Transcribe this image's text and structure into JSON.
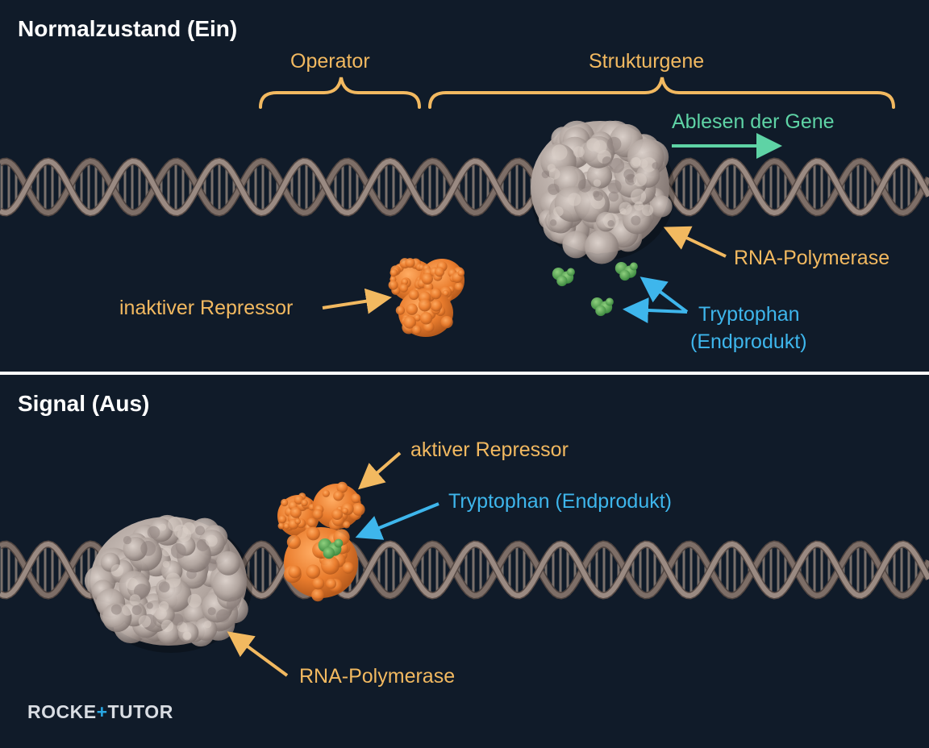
{
  "top_panel": {
    "title": "Normalzustand (Ein)",
    "operator_label": "Operator",
    "structural_genes_label": "Strukturgene",
    "reading_label": "Ablesen der Gene",
    "polymerase_label": "RNA-Polymerase",
    "repressor_label": "inaktiver Repressor",
    "tryptophan_label_line1": "Tryptophan",
    "tryptophan_label_line2": "(Endprodukt)"
  },
  "bottom_panel": {
    "title": "Signal (Aus)",
    "repressor_label": "aktiver Repressor",
    "tryptophan_label": "Tryptophan (Endprodukt)",
    "polymerase_label": "RNA-Polymerase"
  },
  "logo": {
    "part1": "ROCKE",
    "plus": "+",
    "part2": "TUTO",
    "part3": "R"
  },
  "colors": {
    "background": "#101b29",
    "label_orange": "#f2b960",
    "label_blue": "#3eb6ec",
    "label_green": "#5ed3a5",
    "repressor": "#e97b2c",
    "polymerase": "#b8aca6",
    "tryptophan": "#4c9a4b",
    "divider": "#ffffff"
  }
}
